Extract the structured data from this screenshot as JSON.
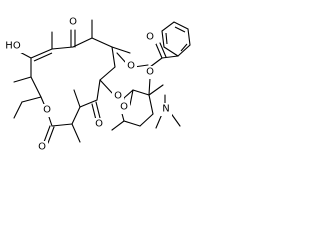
{
  "atoms": {
    "o_ketone": "O",
    "ho": "HO",
    "o_methoxy": "O",
    "o_ring": "O",
    "o_lactone_carbonyl": "O",
    "o_ketone2": "O",
    "o_sugar_link": "O",
    "o_sugar_ring": "O",
    "o_ester": "O",
    "o_benzoyl": "O",
    "n_amine": "N"
  }
}
